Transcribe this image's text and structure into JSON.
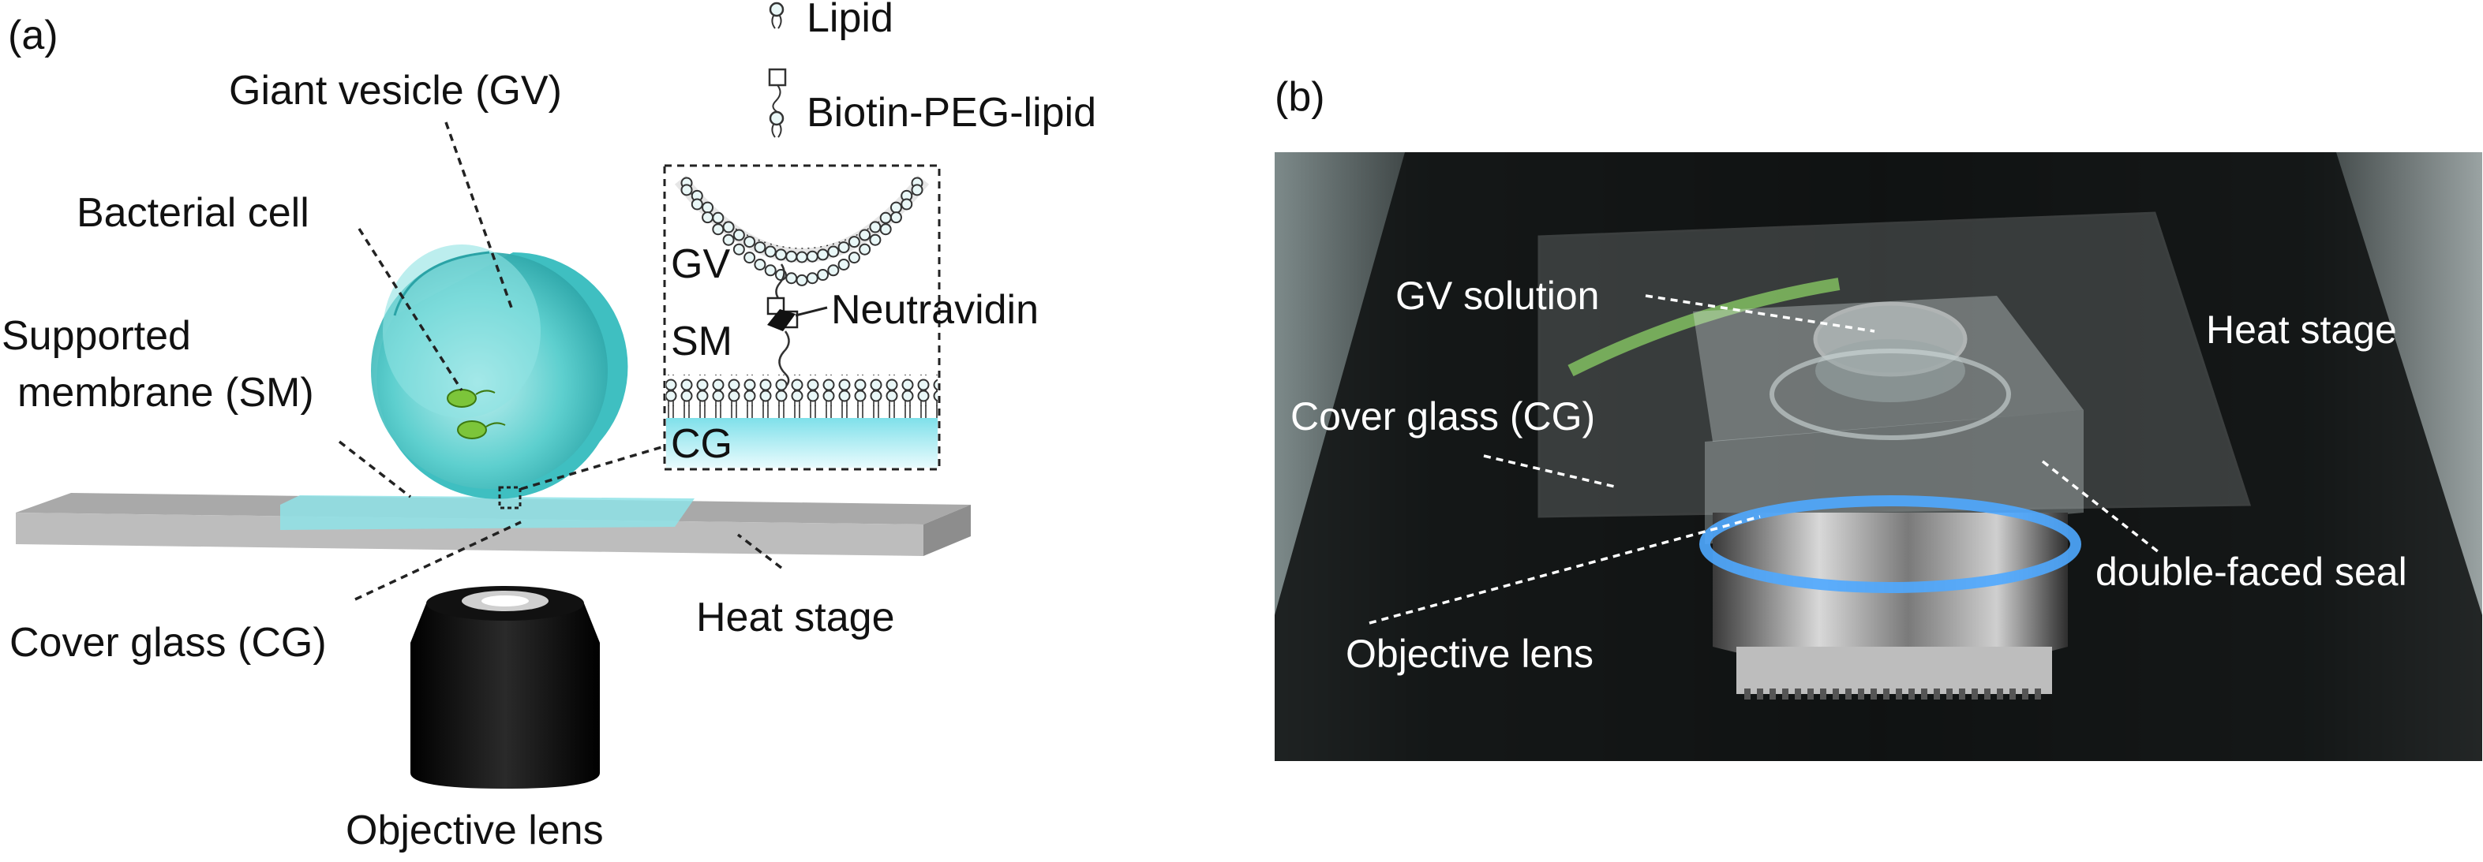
{
  "panel_a": {
    "tag": "(a)",
    "labels": {
      "giant_vesicle": "Giant vesicle (GV)",
      "bacterial_cell": "Bacterial cell",
      "supported_line1": "Supported",
      "supported_line2": "membrane (SM)",
      "cover_glass": "Cover glass (CG)",
      "heat_stage": "Heat stage",
      "objective_lens": "Objective lens"
    },
    "legend": {
      "lipid": "Lipid",
      "biotin": "Biotin-PEG-lipid"
    },
    "inset": {
      "gv": "GV",
      "sm": "SM",
      "cg": "CG",
      "neutravidin": "Neutravidin"
    },
    "colors": {
      "vesicle": "#5fd0cf",
      "stage": "#a9a9a9",
      "membrane": "#8fe3e8",
      "lens": "#0a0a0a"
    }
  },
  "panel_b": {
    "tag": "(b)",
    "labels": {
      "gv_solution": "GV solution",
      "heat_stage": "Heat stage",
      "cover_glass": "Cover glass (CG)",
      "seal": "double-faced seal",
      "objective_lens": "Objective lens"
    }
  }
}
